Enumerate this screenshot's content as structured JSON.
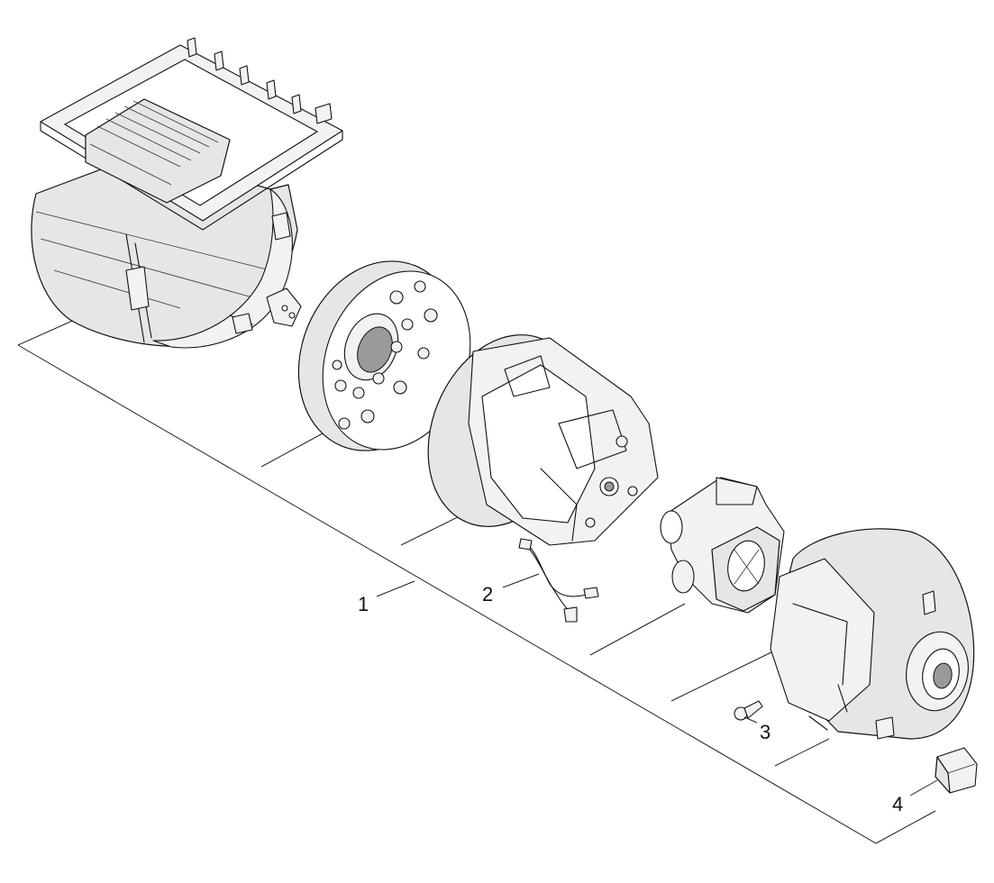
{
  "callouts": [
    {
      "id": "1",
      "label": "1"
    },
    {
      "id": "2",
      "label": "2"
    },
    {
      "id": "3",
      "label": "3"
    },
    {
      "id": "4",
      "label": "4"
    }
  ],
  "colors": {
    "line": "#111111",
    "fill": "#e6e6e6",
    "background": "#ffffff"
  }
}
